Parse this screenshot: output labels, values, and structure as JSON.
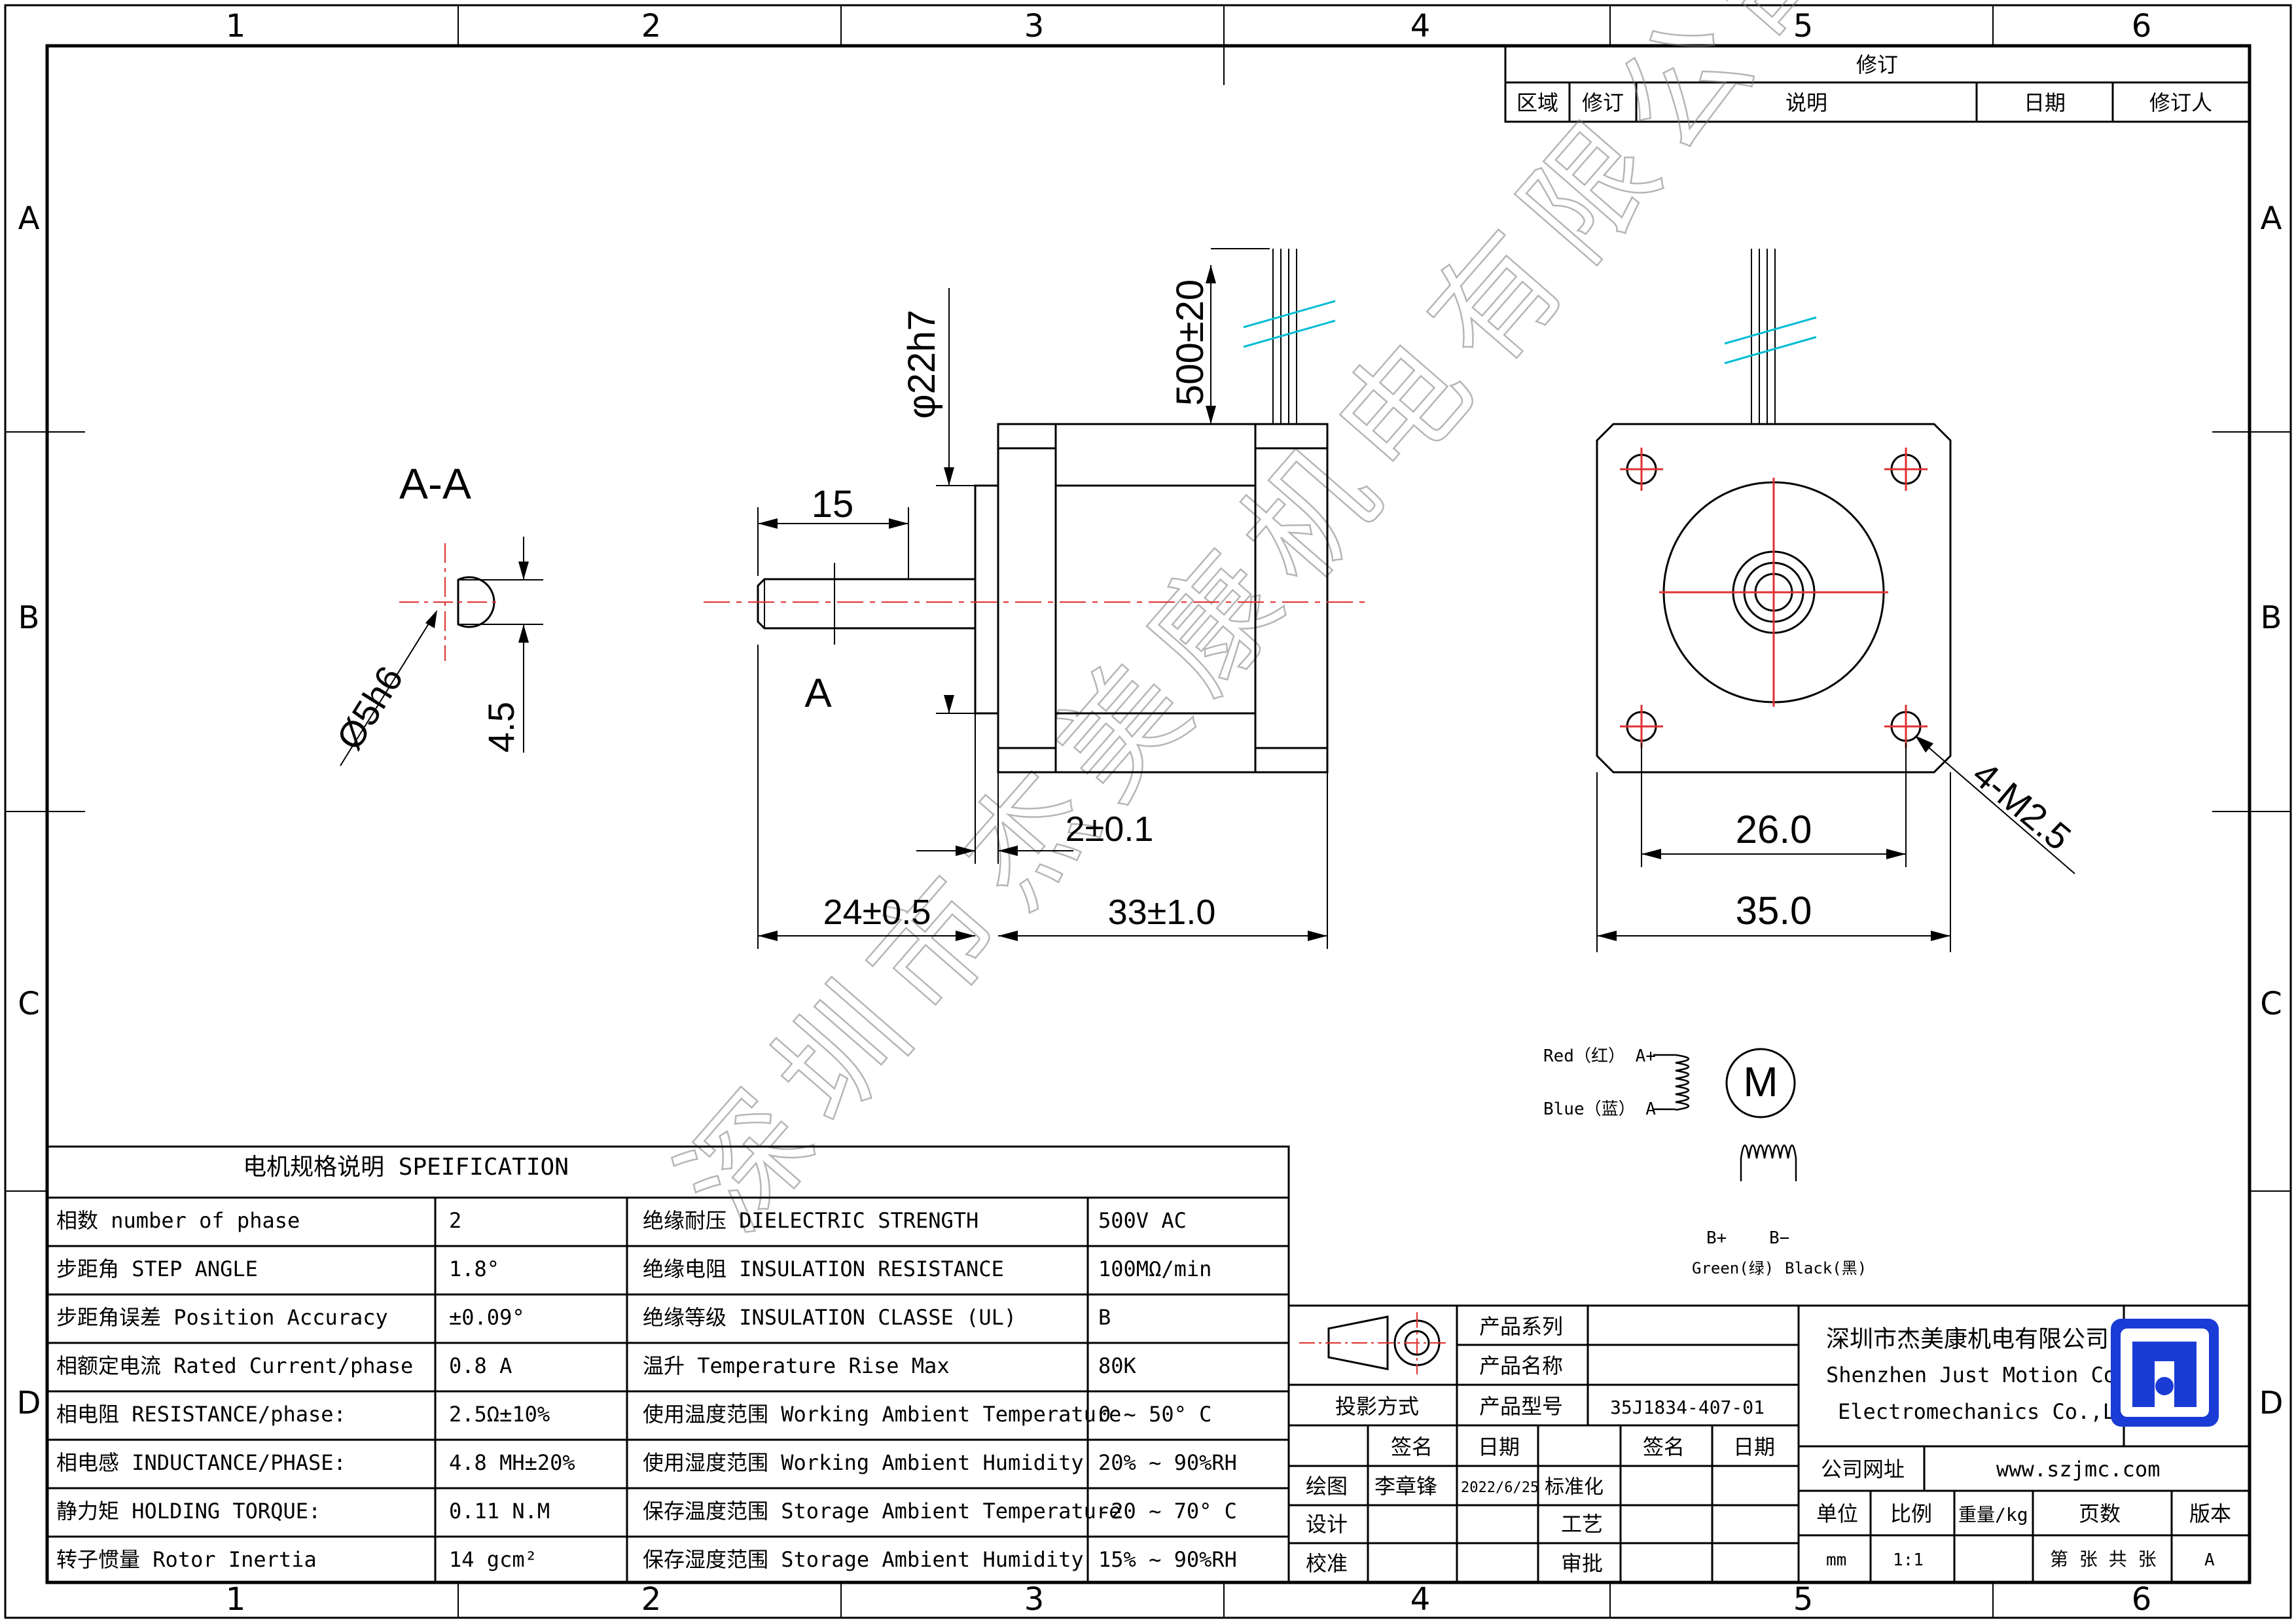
{
  "frame": {
    "columns": [
      "1",
      "2",
      "3",
      "4",
      "5",
      "6"
    ],
    "rows": [
      "A",
      "B",
      "C",
      "D"
    ]
  },
  "revision": {
    "title": "修订",
    "headers": [
      "区域",
      "修订",
      "说明",
      "日期",
      "修订人"
    ]
  },
  "section_view": {
    "title": "A-A",
    "diameter": "Ø5h6",
    "flat": "4.5"
  },
  "side_view": {
    "shaft_length": "15",
    "pilot_diameter": "φ22h7",
    "lead_length": "500±20",
    "section_mark": "A",
    "pilot_depth": "2±0.1",
    "shaft_extension": "24±0.5",
    "body_length": "33±1.0"
  },
  "front_view": {
    "hole_spacing": "26.0",
    "body_width": "35.0",
    "holes": "4-M2.5"
  },
  "wiring": {
    "red": "Red（红） A+",
    "blue": "Blue（蓝） A−",
    "motor": "M",
    "b_plus": "B+",
    "b_minus": "B−",
    "green": "Green(绿)",
    "black": "Black(黑)"
  },
  "watermark": "深圳市杰美康机电有限公司",
  "spec": {
    "title": "电机规格说明 SPEIFICATION",
    "rows": [
      [
        "相数 number of phase",
        "2",
        "绝缘耐压 DIELECTRIC STRENGTH",
        "500V AC"
      ],
      [
        "步距角 STEP ANGLE",
        "1.8°",
        "绝缘电阻 INSULATION RESISTANCE",
        "100MΩ/min"
      ],
      [
        "步距角误差 Position Accuracy",
        "±0.09°",
        "绝缘等级 INSULATION CLASSE (UL)",
        "B"
      ],
      [
        "相额定电流 Rated Current/phase",
        "0.8 A",
        "温升 Temperature Rise Max",
        "80K"
      ],
      [
        "相电阻 RESISTANCE/phase:",
        "2.5Ω±10%",
        "使用温度范围 Working Ambient Temperature",
        "0 ~ 50° C"
      ],
      [
        "相电感 INDUCTANCE/PHASE:",
        "4.8 MH±20%",
        "使用湿度范围 Working Ambient Humidity",
        "20% ~ 90%RH"
      ],
      [
        "静力矩 HOLDING TORQUE:",
        "0.11 N.M",
        "保存温度范围 Storage Ambient Temperature",
        "-20 ~ 70° C"
      ],
      [
        "转子惯量 Rotor Inertia",
        "14 gcm²",
        "保存湿度范围 Storage Ambient Humidity",
        "15% ~ 90%RH"
      ]
    ]
  },
  "title_block": {
    "product_series": "产品系列",
    "product_name": "产品名称",
    "product_model": "产品型号",
    "model_value": "35J1834-407-01",
    "projection": "投影方式",
    "signature": "签名",
    "date": "日期",
    "drawing": "绘图",
    "drawer": "李章锋",
    "draw_date": "2022/6/25",
    "standardize": "标准化",
    "design": "设计",
    "process": "工艺",
    "check": "校准",
    "approve": "审批",
    "company_cn": "深圳市杰美康机电有限公司",
    "company_en1": "Shenzhen Just Motion Control",
    "company_en2": "Electromechanics Co.,LTD",
    "website_label": "公司网址",
    "website": "www.szjmc.com",
    "unit": "单位",
    "scale": "比例",
    "weight": "重量/kg",
    "pages": "页数",
    "version": "版本",
    "unit_value": "mm",
    "scale_value": "1:1",
    "pages_value": "第 张 共 张",
    "version_value": "A"
  },
  "colors": {
    "centerline": "#e03030",
    "leads": "#00bcd4",
    "logo": "#1a3bd6"
  }
}
